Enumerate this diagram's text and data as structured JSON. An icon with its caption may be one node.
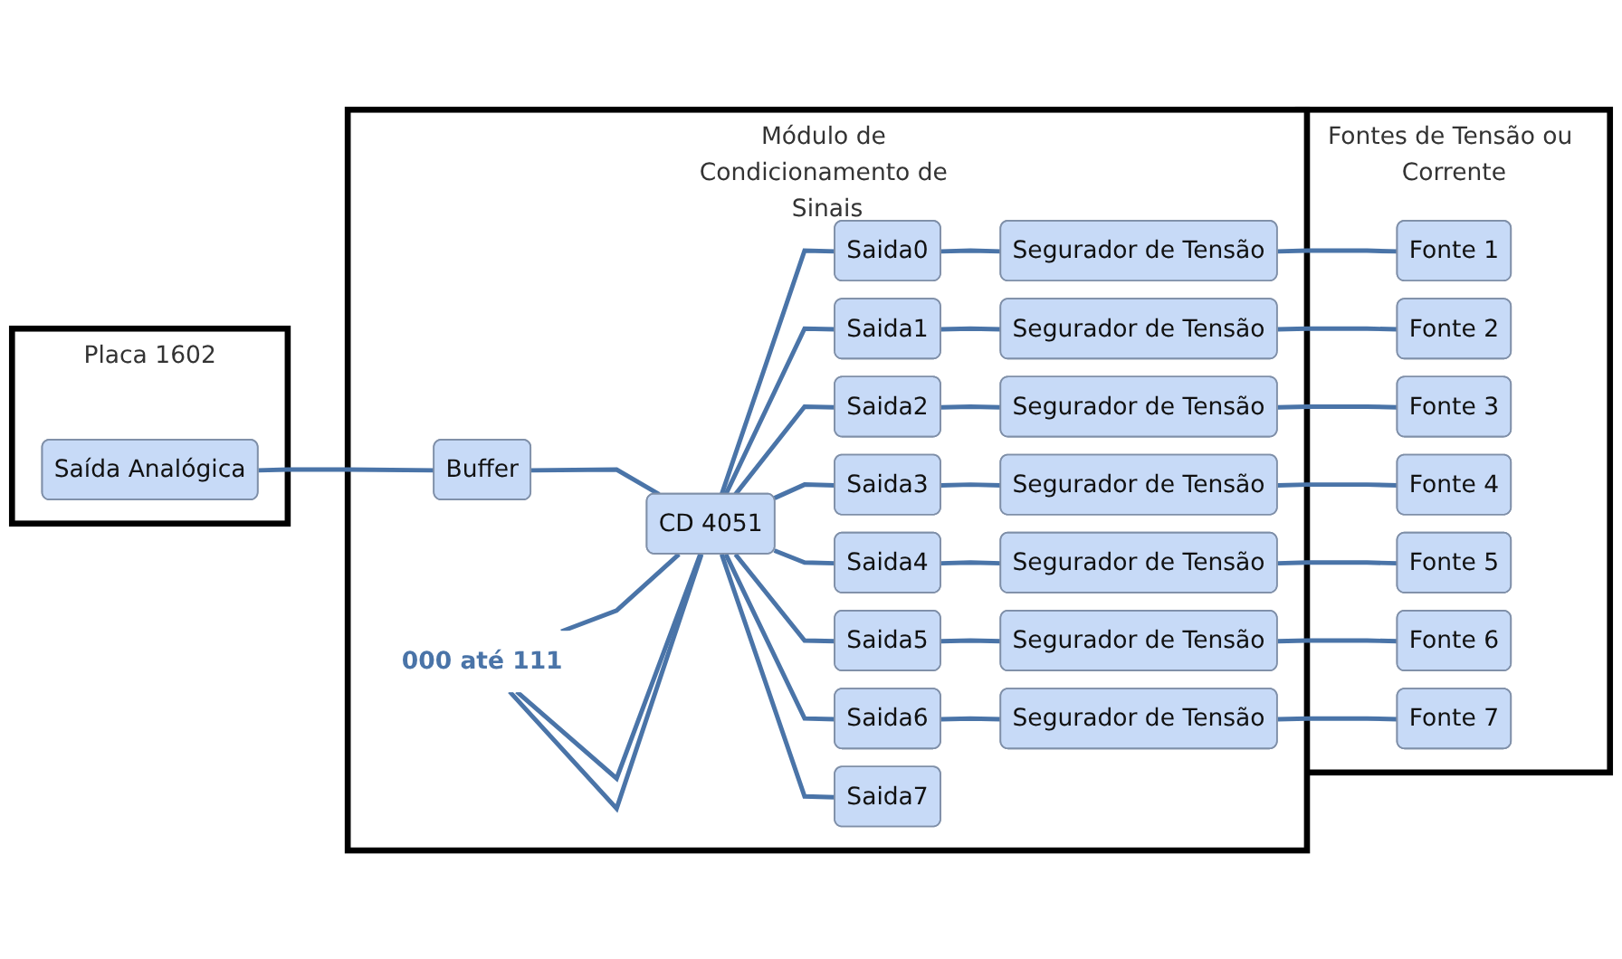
{
  "diagram": {
    "nodes": [
      {
        "text": [
          "Placa 1602"
        ]
      },
      {
        "text": [
          "Saída Analógica"
        ],
        "in": 0
      },
      {
        "text": [
          "Módulo de Condicionamento de Sinais"
        ]
      },
      {
        "text": [
          "Buffer"
        ],
        "in": 2
      },
      {
        "text": [
          "CD 4051"
        ],
        "in": 2
      },
      {
        "text": [
          "Saida0"
        ],
        "in": 2
      },
      {
        "text": [
          "Saida1"
        ],
        "in": 2
      },
      {
        "text": [
          "Saida2"
        ],
        "in": 2
      },
      {
        "text": [
          "Saida3"
        ],
        "in": 2
      },
      {
        "text": [
          "Saida4"
        ],
        "in": 2
      },
      {
        "text": [
          "Saida5"
        ],
        "in": 2
      },
      {
        "text": [
          "Saida6"
        ],
        "in": 2
      },
      {
        "text": [
          "Saida7"
        ],
        "in": 2
      },
      {
        "text": [
          "Segurador de Tensão"
        ],
        "in": 2
      },
      {
        "text": [
          "Segurador de Tensão"
        ],
        "in": 2
      },
      {
        "text": [
          "Segurador de Tensão"
        ],
        "in": 2
      },
      {
        "text": [
          "Segurador de Tensão"
        ],
        "in": 2
      },
      {
        "text": [
          "Segurador de Tensão"
        ],
        "in": 2
      },
      {
        "text": [
          "Segurador de Tensão"
        ],
        "in": 2
      },
      {
        "text": [
          "Segurador de Tensão"
        ],
        "in": 2
      },
      {
        "text": [
          "000 até 111"
        ],
        "in": 2
      },
      {
        "text": [
          "Fontes de Tensão ou Corrente"
        ]
      },
      {
        "text": [
          "Fonte 1"
        ],
        "in": 21
      },
      {
        "text": [
          "Fonte 2"
        ],
        "in": 21
      },
      {
        "text": [
          "Fonte 3"
        ],
        "in": 21
      },
      {
        "text": [
          "Fonte 4"
        ],
        "in": 21
      },
      {
        "text": [
          "Fonte 5"
        ],
        "in": 21
      },
      {
        "text": [
          "Fonte 6"
        ],
        "in": 21
      },
      {
        "text": [
          "Fonte 7"
        ],
        "in": 21
      }
    ],
    "edges": [
      {
        "from": 1,
        "to": 3,
        "arrow": "none"
      },
      {
        "from": 3,
        "to": 4,
        "arrow": "none"
      },
      {
        "from": 4,
        "to": 5,
        "arrow": "none"
      },
      {
        "from": 4,
        "to": 6,
        "arrow": "none"
      },
      {
        "from": 4,
        "to": 7,
        "arrow": "none"
      },
      {
        "from": 4,
        "to": 8,
        "arrow": "none"
      },
      {
        "from": 4,
        "to": 9,
        "arrow": "none"
      },
      {
        "from": 4,
        "to": 10,
        "arrow": "none"
      },
      {
        "from": 4,
        "to": 11,
        "arrow": "none"
      },
      {
        "from": 4,
        "to": 12,
        "arrow": "none"
      },
      {
        "from": 5,
        "to": 13,
        "arrow": "none"
      },
      {
        "from": 6,
        "to": 14,
        "arrow": "none"
      },
      {
        "from": 7,
        "to": 15,
        "arrow": "none"
      },
      {
        "from": 8,
        "to": 16,
        "arrow": "none"
      },
      {
        "from": 9,
        "to": 17,
        "arrow": "none"
      },
      {
        "from": 10,
        "to": 18,
        "arrow": "none"
      },
      {
        "from": 11,
        "to": 19,
        "arrow": "none"
      },
      {
        "from": 13,
        "to": 22,
        "arrow": "none"
      },
      {
        "from": 14,
        "to": 23,
        "arrow": "none"
      },
      {
        "from": 15,
        "to": 24,
        "arrow": "none"
      },
      {
        "from": 16,
        "to": 25,
        "arrow": "none"
      },
      {
        "from": 17,
        "to": 26,
        "arrow": "none"
      },
      {
        "from": 18,
        "to": 27,
        "arrow": "none"
      },
      {
        "from": 19,
        "to": 28,
        "arrow": "none"
      },
      {
        "from": 20,
        "to": 4,
        "arrow": "none"
      },
      {
        "from": 20,
        "to": 4,
        "arrow": "none"
      },
      {
        "from": 20,
        "to": 4,
        "arrow": "none"
      }
    ]
  }
}
